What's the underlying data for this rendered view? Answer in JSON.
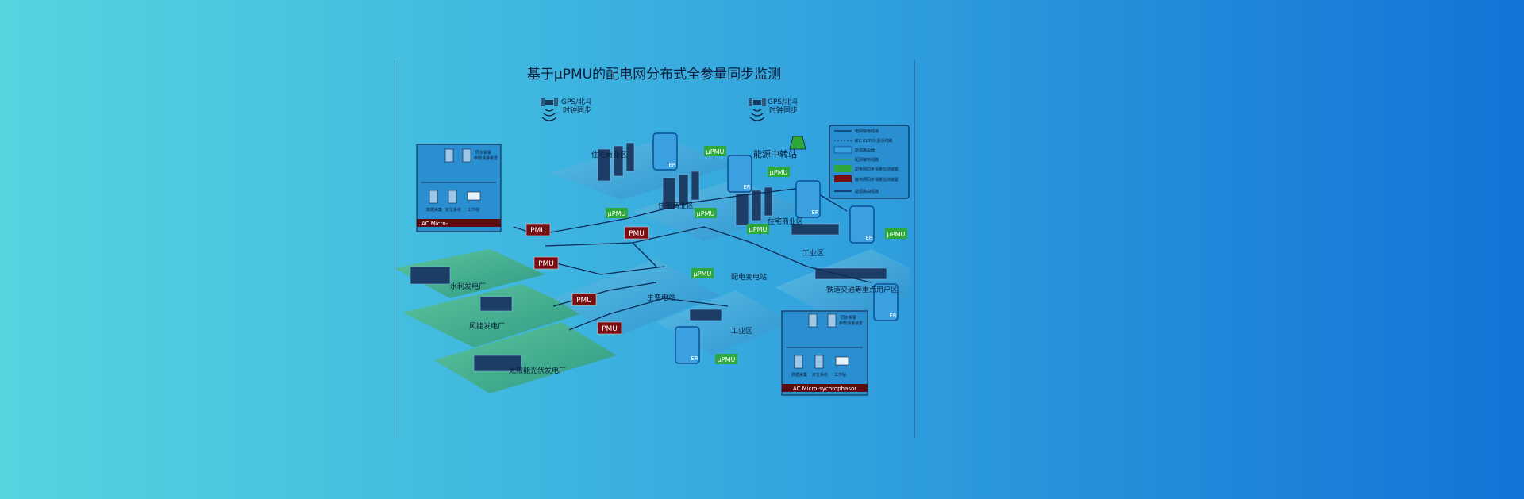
{
  "title": "基于μPMU的配电网分布式全参量同步监测",
  "gps": {
    "top_left": "GPS/北斗",
    "bottom_left": "时钟同步",
    "top_right": "GPS/北斗",
    "bottom_right": "时钟同步"
  },
  "labels": {
    "residential_1": "住宅商业区",
    "residential_2": "住宅商业区",
    "residential_3": "住宅商业区",
    "energy_station": "能源中转站",
    "industrial_1": "工业区",
    "industrial_2": "工业区",
    "hydro": "水利发电厂",
    "wind": "风能发电厂",
    "solar": "太阳能光伏发电厂",
    "main_substation": "主变电站",
    "sub_substation": "配电变电站",
    "railway": "铁道交通等重点用户区",
    "micro_left": "AC Micro-",
    "micro_right": "AC Micro-sychrophasor"
  },
  "badges": {
    "pmu": "PMU",
    "upmu": "μPMU",
    "er": "ER"
  },
  "legend": [
    {
      "text": "电网输电线路"
    },
    {
      "text": "IEC 61850 通讯线路"
    },
    {
      "text": "能源路由器"
    },
    {
      "text": "配网输电线路"
    },
    {
      "text": "配电网同步相量监测装置"
    },
    {
      "text": "输电网同步相量监测装置"
    },
    {
      "text": "能源路由线路"
    }
  ],
  "micro_left_items": {
    "a": "同步相量",
    "b": "参数测量装置",
    "c": "数据采集",
    "d": "定位系统",
    "e": "工作站"
  },
  "micro_right_items": {
    "a": "同步相量",
    "b": "参数测量装置",
    "c": "数据采集",
    "d": "定位系统",
    "e": "工作站"
  },
  "colors": {
    "pmu": "#7a0f12",
    "upmu": "#2ea83a",
    "line": "#0b2a55",
    "panel": "#2a8fd0"
  }
}
